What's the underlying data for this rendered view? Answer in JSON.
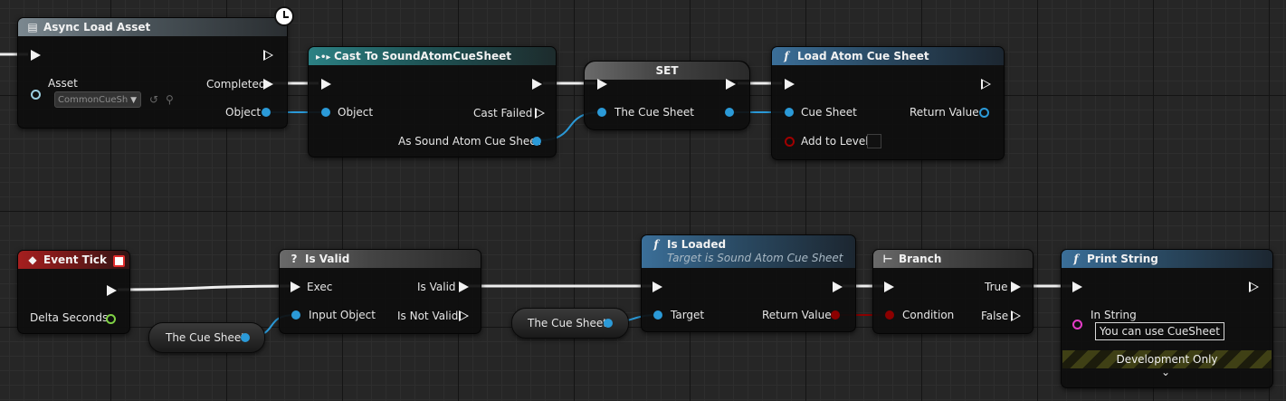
{
  "nodes": {
    "async_load_asset": {
      "title": "Async Load Asset",
      "asset_label": "Asset",
      "asset_value": "CommonCueSh",
      "completed_label": "Completed",
      "object_label": "Object"
    },
    "cast": {
      "title": "Cast To SoundAtomCueSheet",
      "object_label": "Object",
      "cast_failed_label": "Cast Failed",
      "as_label": "As Sound Atom Cue Sheet"
    },
    "set": {
      "title": "SET",
      "var_label": "The Cue Sheet"
    },
    "load_atom": {
      "title": "Load Atom Cue Sheet",
      "cue_sheet_label": "Cue Sheet",
      "return_label": "Return Value",
      "add_to_level_label": "Add to Level"
    },
    "event_tick": {
      "title": "Event Tick",
      "delta_label": "Delta Seconds"
    },
    "is_valid": {
      "title": "Is Valid",
      "exec_label": "Exec",
      "is_valid_label": "Is Valid",
      "input_label": "Input Object",
      "not_valid_label": "Is Not Valid"
    },
    "getter1": {
      "label": "The Cue Sheet"
    },
    "getter2": {
      "label": "The Cue Sheet"
    },
    "is_loaded": {
      "title": "Is Loaded",
      "subtitle": "Target is Sound Atom Cue Sheet",
      "target_label": "Target",
      "return_label": "Return Value"
    },
    "branch": {
      "title": "Branch",
      "true_label": "True",
      "condition_label": "Condition",
      "false_label": "False"
    },
    "print_string": {
      "title": "Print String",
      "in_string_label": "In String",
      "in_string_value": "You can use CueSheet",
      "dev_only": "Development Only"
    }
  },
  "colors": {
    "exec": "#f2f2f2",
    "object": "#2b9ad8",
    "bool": "#8c0000",
    "float": "#7fd145",
    "string": "#e63cc8"
  }
}
